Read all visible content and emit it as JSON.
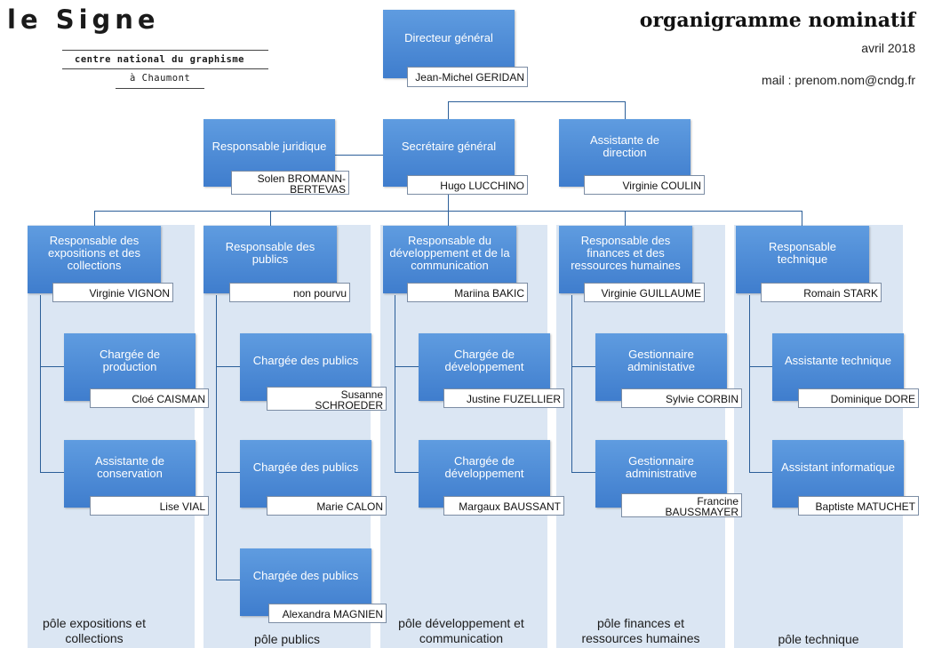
{
  "logo": {
    "title": "le Signe",
    "line1": "centre national du graphisme",
    "line2": "à Chaumont"
  },
  "header": {
    "title": "organigramme nominatif",
    "date": "avril 2018",
    "mail": "mail : prenom.nom@cndg.fr"
  },
  "top": {
    "director": {
      "role": "Directeur général",
      "name": "Jean-Michel GERIDAN"
    },
    "juridique": {
      "role": "Responsable juridique",
      "name": "Solen BROMANN-BERTEVAS"
    },
    "secretary": {
      "role": "Secrétaire général",
      "name": "Hugo LUCCHINO"
    },
    "assistant": {
      "role": "Assistante de direction",
      "name": "Virginie COULIN"
    }
  },
  "poles": [
    {
      "label": "pôle expositions et collections",
      "head": {
        "role": "Responsable des expositions et des collections",
        "name": "Virginie VIGNON"
      },
      "staff": [
        {
          "role": "Chargée de production",
          "name": "Cloé CAISMAN"
        },
        {
          "role": "Assistante de conservation",
          "name": "Lise VIAL"
        }
      ]
    },
    {
      "label": "pôle publics",
      "head": {
        "role": "Responsable des publics",
        "name": "non pourvu"
      },
      "staff": [
        {
          "role": "Chargée des publics",
          "name": "Susanne SCHROEDER"
        },
        {
          "role": "Chargée des publics",
          "name": "Marie CALON"
        },
        {
          "role": "Chargée des publics",
          "name": "Alexandra MAGNIEN"
        }
      ]
    },
    {
      "label": "pôle développement et communication",
      "head": {
        "role": "Responsable du développement et de la communication",
        "name": "Mariina BAKIC"
      },
      "staff": [
        {
          "role": "Chargée de développement",
          "name": "Justine FUZELLIER"
        },
        {
          "role": "Chargée de développement",
          "name": "Margaux BAUSSANT"
        }
      ]
    },
    {
      "label": "pôle finances et ressources humaines",
      "head": {
        "role": "Responsable des finances et des ressources humaines",
        "name": "Virginie GUILLAUME"
      },
      "staff": [
        {
          "role": "Gestionnaire administative",
          "name": "Sylvie CORBIN"
        },
        {
          "role": "Gestionnaire administrative",
          "name": "Francine BAUSSMAYER"
        }
      ]
    },
    {
      "label": "pôle technique",
      "head": {
        "role": "Responsable technique",
        "name": "Romain STARK"
      },
      "staff": [
        {
          "role": "Assistante technique",
          "name": "Dominique DORE"
        },
        {
          "role": "Assistant informatique",
          "name": "Baptiste MATUCHET"
        }
      ]
    }
  ],
  "colors": {
    "box_top": "#5f9ce0",
    "box_bottom": "#3f7dcd",
    "column_bg": "#dbe6f3",
    "connector": "#2c5f99"
  }
}
